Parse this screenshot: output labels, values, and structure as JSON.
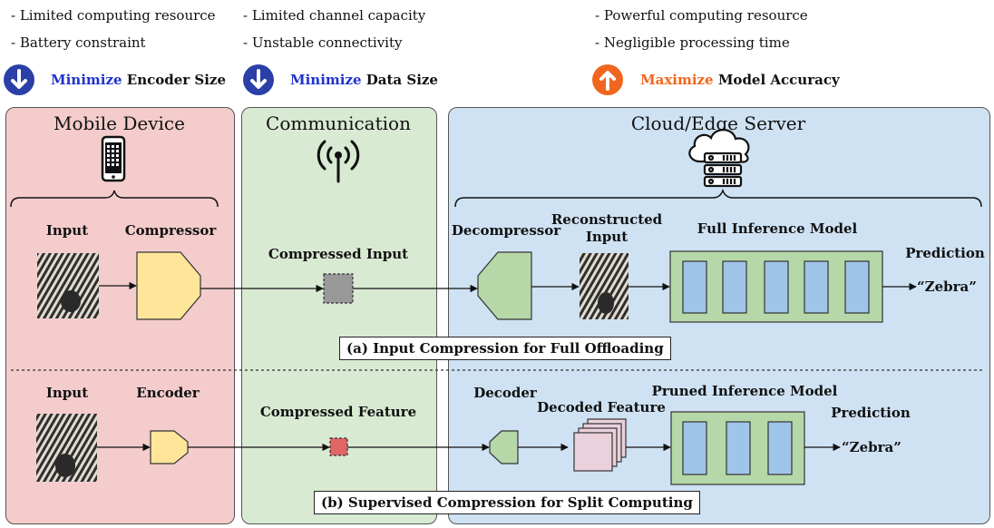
{
  "constraints": {
    "device": [
      "- Limited computing resource",
      "- Battery constraint"
    ],
    "comm": [
      "- Limited channel capacity",
      "- Unstable connectivity"
    ],
    "server": [
      "- Powerful computing resource",
      "- Negligible processing time"
    ]
  },
  "goals": {
    "encoder": {
      "keyword": "Minimize",
      "rest": " Encoder Size"
    },
    "data": {
      "keyword": "Minimize",
      "rest": " Data Size"
    },
    "accuracy": {
      "keyword": "Maximize",
      "rest": " Model Accuracy"
    }
  },
  "panels": {
    "mobile": "Mobile Device",
    "comm": "Communication",
    "server": "Cloud/Edge Server"
  },
  "top": {
    "input": "Input",
    "compressor": "Compressor",
    "compressed": "Compressed Input",
    "decompressor": "Decompressor",
    "reconstructed": "Reconstructed\nInput",
    "model": "Full Inference Model",
    "prediction_label": "Prediction",
    "prediction": "“Zebra”",
    "caption": "(a) Input Compression for Full Offloading"
  },
  "bottom": {
    "input": "Input",
    "encoder": "Encoder",
    "compressed": "Compressed Feature",
    "decoder": "Decoder",
    "decoded": "Decoded Feature",
    "model": "Pruned Inference Model",
    "prediction_label": "Prediction",
    "prediction": "“Zebra”",
    "caption": "(b) Supervised Compression for Split Computing"
  },
  "colors": {
    "mobile_bg": "#f4cccc",
    "comm_bg": "#d9ead3",
    "server_bg": "#cfe2f3",
    "compressor": "#ffe599",
    "decoder": "#b6d7a8",
    "model_bg": "#b6d7a8",
    "model_block": "#9fc5e8",
    "compressed_input": "#999999",
    "compressed_feature": "#e06666",
    "decoded_feature": "#ead1dc",
    "arrow_down": "#2b3fa8",
    "arrow_up": "#f0661e"
  }
}
